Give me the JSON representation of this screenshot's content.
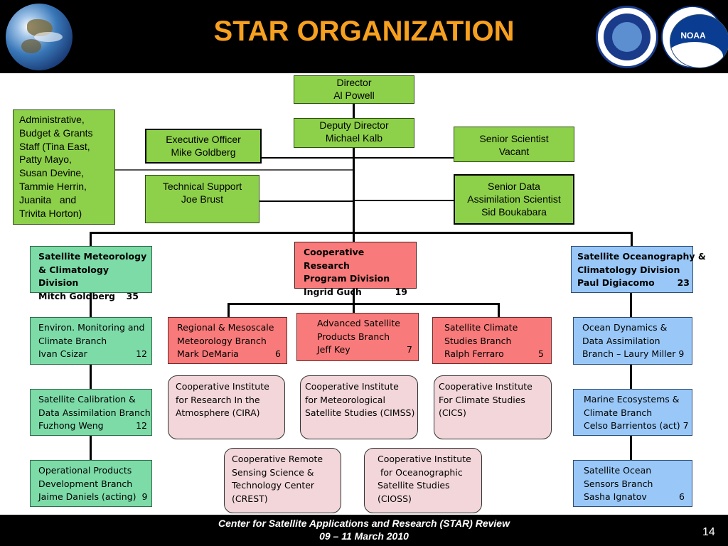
{
  "header": {
    "title": "STAR ORGANIZATION"
  },
  "logos": {
    "noaa_text": "NOAA"
  },
  "director": {
    "line1": "Director",
    "line2": "Al Powell"
  },
  "deputy": {
    "line1": "Deputy Director",
    "line2": "Michael Kalb"
  },
  "admin": {
    "lines": [
      "Administrative,",
      "Budget & Grants",
      "Staff (Tina East,",
      "Patty Mayo,",
      "Susan Devine,",
      "Tammie Herrin,",
      "Juanita   and",
      "Trivita Horton)"
    ]
  },
  "exec": {
    "line1": "Executive Officer",
    "line2": "Mike Goldberg"
  },
  "tech": {
    "line1": "Technical Support",
    "line2": "Joe Brust"
  },
  "senior_sci": {
    "line1": "Senior Scientist",
    "line2": "Vacant"
  },
  "senior_data": {
    "line1": "Senior Data",
    "line2": "Assimilation Scientist",
    "line3": "Sid Boukabara"
  },
  "div_smcd": {
    "line1": "Satellite Meteorology",
    "line2": "& Climatology Division",
    "name": "Mitch Goldberg",
    "count": "35"
  },
  "div_crpd": {
    "line1": "Cooperative Research",
    "line2": "Program Division",
    "name": "Ingrid Guch",
    "count": "19"
  },
  "div_socd": {
    "line1": "Satellite Oceanography &",
    "line2": "Climatology Division",
    "name": "Paul Digiacomo",
    "count": "23"
  },
  "emb": {
    "line1": "Environ. Monitoring and",
    "line2": "Climate Branch",
    "name": "Ivan Csizar",
    "count": "12"
  },
  "scdab": {
    "line1": "Satellite Calibration &",
    "line2": "Data Assimilation Branch",
    "name": "Fuzhong Weng",
    "count": "12"
  },
  "opdb": {
    "line1": "Operational Products",
    "line2": "Development Branch",
    "name": "Jaime Daniels (acting)",
    "count": "9"
  },
  "rmmb": {
    "line1": "Regional & Mesoscale",
    "line2": "Meteorology Branch",
    "name": "Mark DeMaria",
    "count": "6"
  },
  "aspb": {
    "line1": "Advanced Satellite",
    "line2": "Products Branch",
    "name": "Jeff Key",
    "count": "7"
  },
  "scsb": {
    "line1": "Satellite Climate",
    "line2": "Studies Branch",
    "name": "Ralph Ferraro",
    "count": "5"
  },
  "odb": {
    "line1": "Ocean Dynamics &",
    "line2": "Data Assimilation",
    "line3": "Branch – Laury Miller 9"
  },
  "mecb": {
    "line1": "Marine Ecosystems &",
    "line2": "Climate Branch",
    "line3": "Celso Barrientos (act) 7"
  },
  "sosb": {
    "line1": "Satellite Ocean",
    "line2": "Sensors Branch",
    "name": "Sasha Ignatov",
    "count": "6"
  },
  "cira": {
    "line1": "Cooperative Institute",
    "line2": "for Research In the",
    "line3": "Atmosphere (CIRA)"
  },
  "cimss": {
    "line1": "Cooperative Institute",
    "line2": "for Meteorological",
    "line3": "Satellite Studies (CIMSS)"
  },
  "cics": {
    "line1": "Cooperative Institute",
    "line2": "For Climate Studies",
    "line3": "(CICS)"
  },
  "crest": {
    "line1": "Cooperative Remote",
    "line2": "Sensing Science &",
    "line3": "Technology Center",
    "line4": "(CREST)"
  },
  "cioss": {
    "line1": "Cooperative Institute",
    "line2": " for Oceanographic",
    "line3": "Satellite Studies",
    "line4": "(CIOSS)"
  },
  "footer": {
    "line1": "Center for Satellite Applications and Research (STAR) Review",
    "line2": "09 – 11 March 2010",
    "page": "14"
  }
}
